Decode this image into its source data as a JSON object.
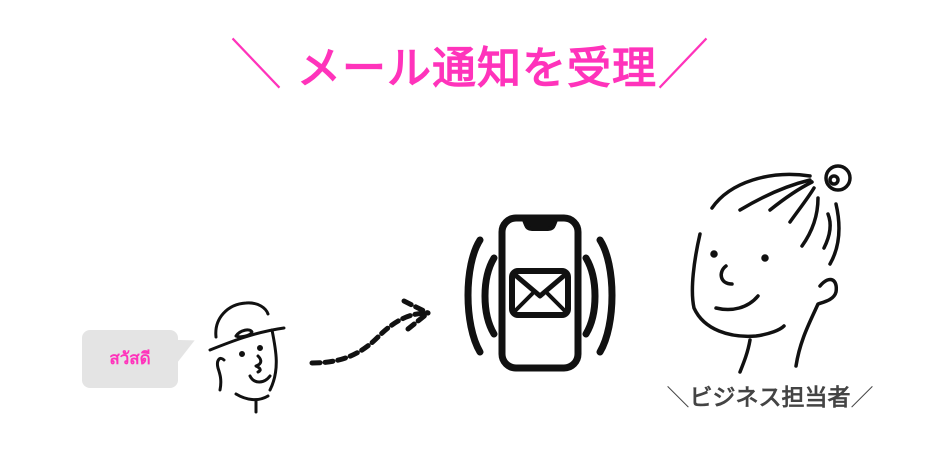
{
  "title": {
    "left_deco": "＼",
    "text": "メール通知を受理",
    "right_deco": "／",
    "color": "#ff33bb"
  },
  "sender": {
    "bubble_text": "สวัสดี",
    "bubble_color": "#e4e4e4",
    "bubble_text_color": "#ff33bb",
    "figure": "person-with-cap-icon"
  },
  "arrow": {
    "style": "dashed",
    "direction": "right"
  },
  "phone": {
    "icon": "vibrating-phone-mail-icon"
  },
  "receiver": {
    "figure": "person-with-bun-icon",
    "label_left": "＼",
    "label": "ビジネス担当者",
    "label_right": "／",
    "label_color": "#444444"
  }
}
